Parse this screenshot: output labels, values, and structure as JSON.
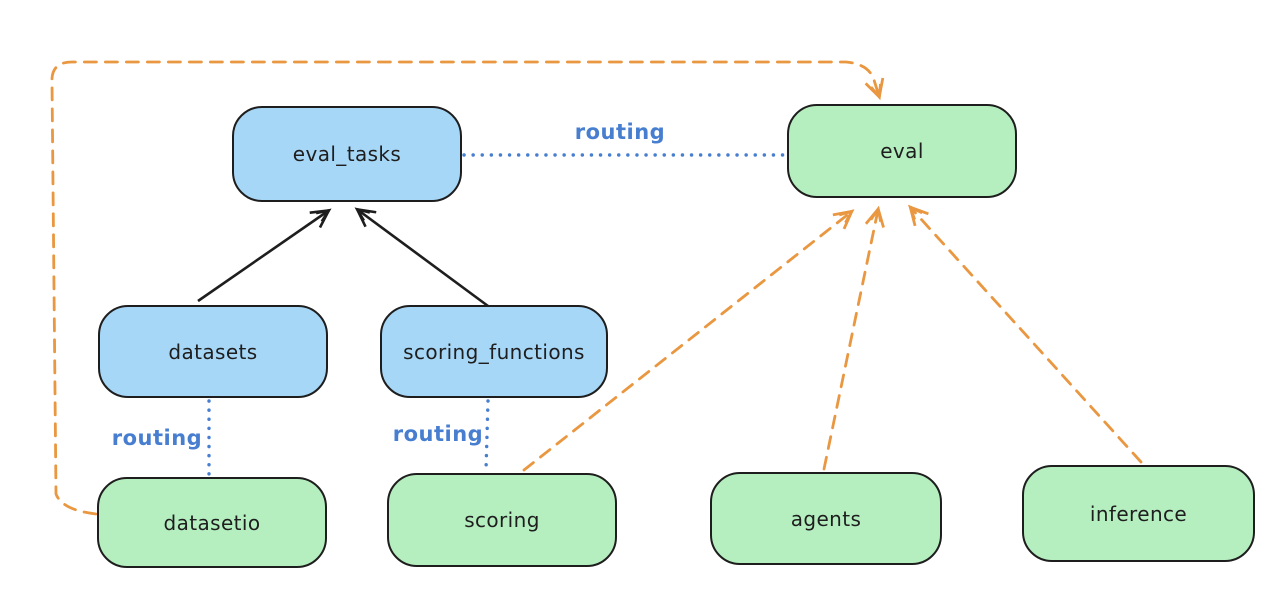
{
  "colors": {
    "node_blue_fill": "#a7d7f7",
    "node_green_fill": "#b5efbf",
    "stroke_dark": "#1e1e1e",
    "orange": "#e99740",
    "routing_blue": "#477ed0",
    "bg": "#ffffff"
  },
  "nodes": {
    "eval_tasks": {
      "label": "eval_tasks",
      "color": "blue"
    },
    "eval": {
      "label": "eval",
      "color": "green"
    },
    "datasets": {
      "label": "datasets",
      "color": "blue"
    },
    "scoring_functions": {
      "label": "scoring_functions",
      "color": "blue"
    },
    "datasetio": {
      "label": "datasetio",
      "color": "green"
    },
    "scoring": {
      "label": "scoring",
      "color": "green"
    },
    "agents": {
      "label": "agents",
      "color": "green"
    },
    "inference": {
      "label": "inference",
      "color": "green"
    }
  },
  "edge_labels": {
    "eval_tasks_to_eval": "routing",
    "datasets_to_datasetio": "routing",
    "scoring_functions_to_scoring": "routing"
  },
  "edges": [
    {
      "from": "datasets",
      "to": "eval_tasks",
      "style": "solid-arrow",
      "color": "black"
    },
    {
      "from": "scoring_functions",
      "to": "eval_tasks",
      "style": "solid-arrow",
      "color": "black"
    },
    {
      "from": "eval_tasks",
      "to": "eval",
      "style": "dotted",
      "color": "blue",
      "label": "routing"
    },
    {
      "from": "datasets",
      "to": "datasetio",
      "style": "dotted",
      "color": "blue",
      "label": "routing"
    },
    {
      "from": "scoring_functions",
      "to": "scoring",
      "style": "dotted",
      "color": "blue",
      "label": "routing"
    },
    {
      "from": "datasetio",
      "to": "eval",
      "style": "dashed-arrow",
      "color": "orange",
      "route": "around-top-left"
    },
    {
      "from": "scoring",
      "to": "eval",
      "style": "dashed-arrow",
      "color": "orange"
    },
    {
      "from": "agents",
      "to": "eval",
      "style": "dashed-arrow",
      "color": "orange"
    },
    {
      "from": "inference",
      "to": "eval",
      "style": "dashed-arrow",
      "color": "orange"
    }
  ]
}
